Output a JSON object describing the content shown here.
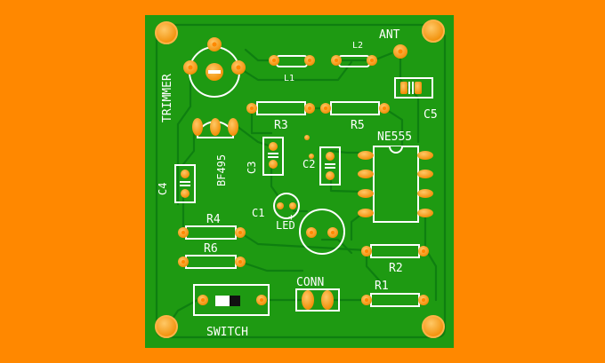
{
  "board": {
    "colors": {
      "background": "#ff8800",
      "board": "#1e9a12",
      "board_dark": "#0c7a0c",
      "pad": "#f39c12",
      "pad_highlight": "#ffbe55",
      "silkscreen": "#ffffff",
      "hole": "#ff8800"
    }
  },
  "labels": {
    "trimmer": "TRIMMER",
    "bf495": "BF495",
    "l1": "L1",
    "l2": "L2",
    "ant": "ANT",
    "r3": "R3",
    "r5": "R5",
    "c5": "C5",
    "ne555": "NE555",
    "c3": "C3",
    "c2": "C2",
    "c4": "C4",
    "c1": "C1",
    "led": "LED",
    "plus": "+",
    "r4": "R4",
    "r6": "R6",
    "r2": "R2",
    "conn": "CONN",
    "r1": "R1",
    "switch": "SWITCH"
  }
}
